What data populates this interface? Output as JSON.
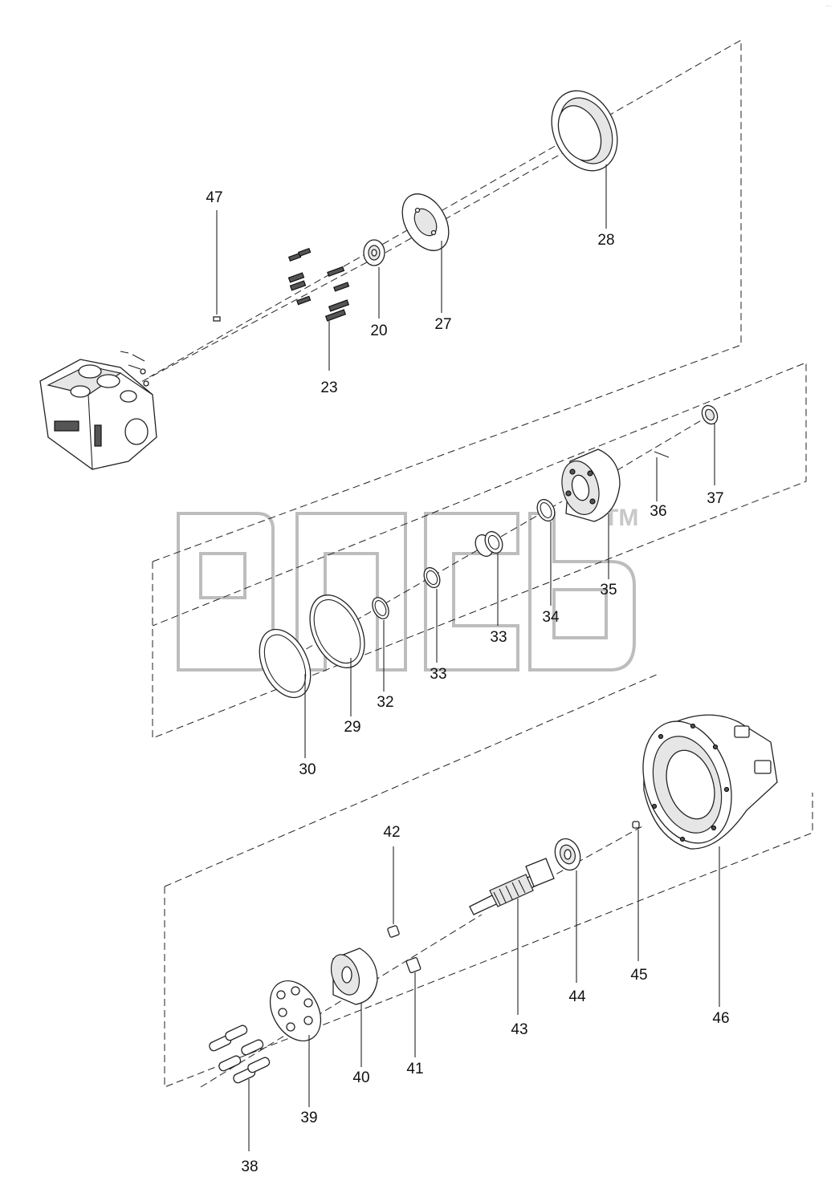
{
  "diagram": {
    "corner_mark": "ˑˑˑ",
    "watermark": {
      "trademark": "TM"
    },
    "callouts": [
      {
        "id": "47",
        "label": "47"
      },
      {
        "id": "20",
        "label": "20"
      },
      {
        "id": "27",
        "label": "27"
      },
      {
        "id": "28",
        "label": "28"
      },
      {
        "id": "23",
        "label": "23"
      },
      {
        "id": "37",
        "label": "37"
      },
      {
        "id": "36",
        "label": "36"
      },
      {
        "id": "35",
        "label": "35"
      },
      {
        "id": "33a",
        "label": "33"
      },
      {
        "id": "34",
        "label": "34"
      },
      {
        "id": "33b",
        "label": "33"
      },
      {
        "id": "32",
        "label": "32"
      },
      {
        "id": "29",
        "label": "29"
      },
      {
        "id": "30",
        "label": "30"
      },
      {
        "id": "42",
        "label": "42"
      },
      {
        "id": "41",
        "label": "41"
      },
      {
        "id": "40",
        "label": "40"
      },
      {
        "id": "39",
        "label": "39"
      },
      {
        "id": "38",
        "label": "38"
      },
      {
        "id": "43",
        "label": "43"
      },
      {
        "id": "44",
        "label": "44"
      },
      {
        "id": "45",
        "label": "45"
      },
      {
        "id": "46",
        "label": "46"
      }
    ]
  }
}
